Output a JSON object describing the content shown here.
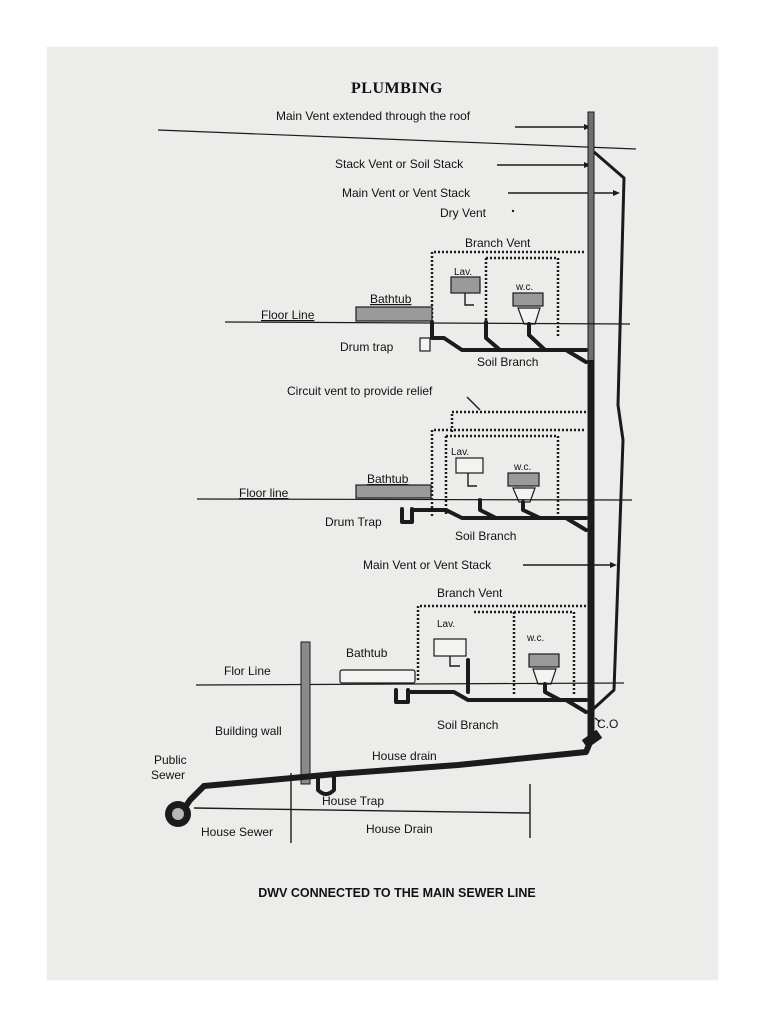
{
  "title": "PLUMBING",
  "caption": "DWV CONNECTED TO THE MAIN SEWER LINE",
  "labels": {
    "main_vent_roof": "Main Vent extended through the roof",
    "stack_vent": "Stack Vent or Soil Stack",
    "main_vent_stack_top": "Main Vent or Vent Stack",
    "dry_vent": "Dry Vent",
    "branch_vent_1": "Branch Vent",
    "lav_1": "Lav.",
    "wc_1": "w.c.",
    "bathtub_1": "Bathtub",
    "floor_line_1": "Floor Line",
    "drum_trap_1": "Drum trap",
    "soil_branch_1": "Soil Branch",
    "circuit_vent": "Circuit vent to provide relief",
    "lav_2": "Lav.",
    "wc_2": "w.c.",
    "bathtub_2": "Bathtub",
    "floor_line_2": "Floor line",
    "drum_trap_2": "Drum Trap",
    "soil_branch_2": "Soil Branch",
    "main_vent_stack_mid": "Main Vent or Vent Stack",
    "branch_vent_3": "Branch Vent",
    "lav_3": "Lav.",
    "wc_3": "w.c.",
    "bathtub_3": "Bathtub",
    "floor_line_3": "Flor Line",
    "building_wall": "Building wall",
    "soil_branch_3": "Soil Branch",
    "cleanout": "C.O",
    "house_drain_upper": "House drain",
    "public_sewer_1": "Public",
    "public_sewer_2": "Sewer",
    "house_trap": "House Trap",
    "house_sewer": "House Sewer",
    "house_drain_lower": "House Drain"
  }
}
